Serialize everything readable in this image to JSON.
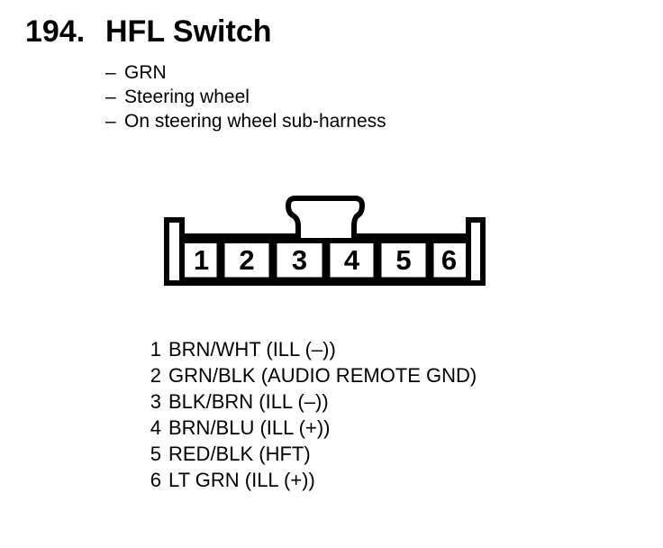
{
  "page": {
    "background": "#ffffff",
    "ink": "#000000"
  },
  "heading": {
    "number": "194.",
    "title": "HFL Switch"
  },
  "bullets": {
    "dash": "–",
    "items": [
      "GRN",
      "Steering wheel",
      "On steering wheel sub-harness"
    ]
  },
  "connector": {
    "pin_numbers": [
      "1",
      "2",
      "3",
      "4",
      "5",
      "6"
    ]
  },
  "pin_list": [
    {
      "number": "1",
      "label": "BRN/WHT (ILL (–))"
    },
    {
      "number": "2",
      "label": "GRN/BLK (AUDIO REMOTE GND)"
    },
    {
      "number": "3",
      "label": "BLK/BRN (ILL (–))"
    },
    {
      "number": "4",
      "label": "BRN/BLU (ILL (+))"
    },
    {
      "number": "5",
      "label": "RED/BLK (HFT)"
    },
    {
      "number": "6",
      "label": "LT GRN (ILL (+))"
    }
  ]
}
